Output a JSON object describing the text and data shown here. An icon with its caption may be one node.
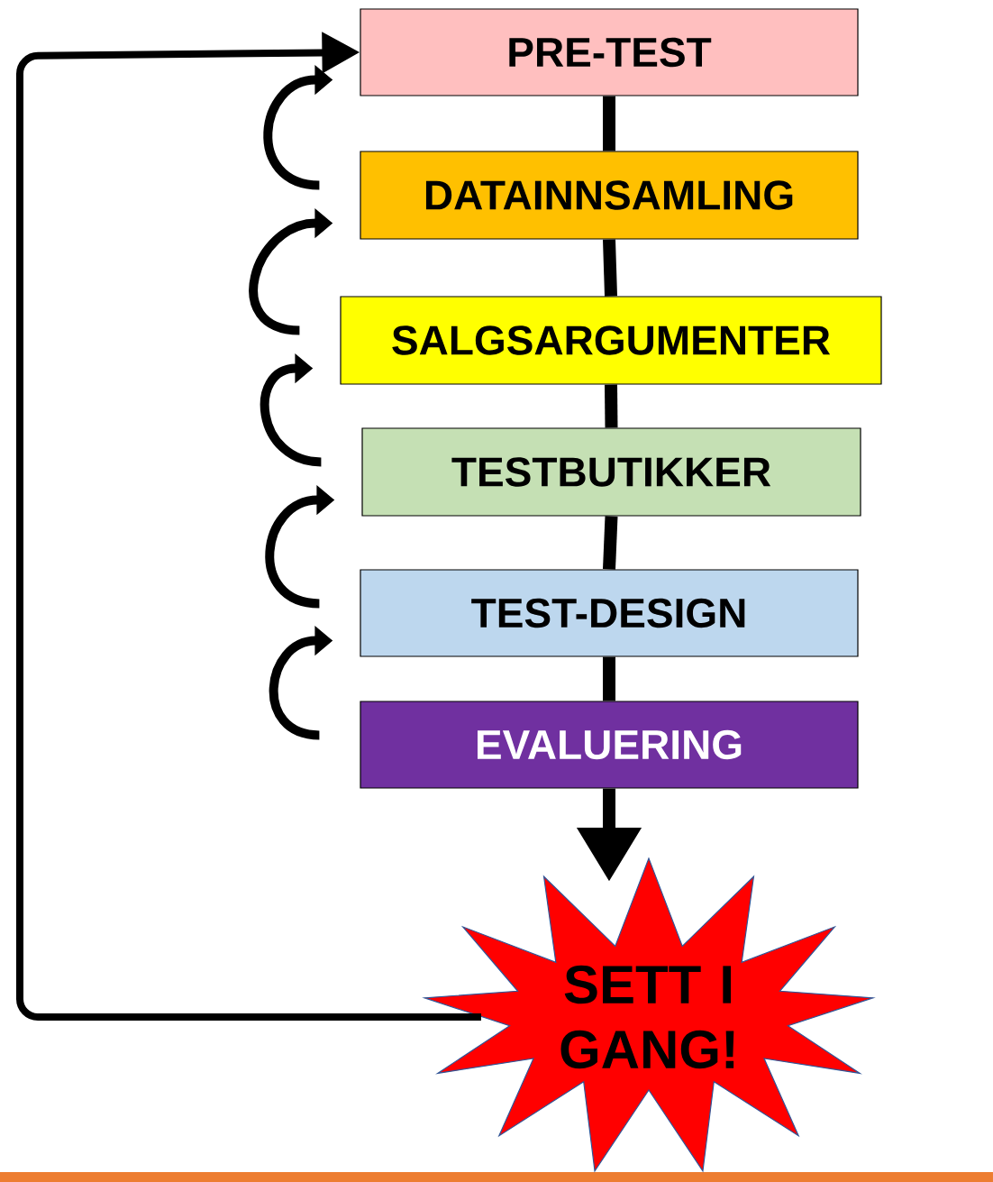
{
  "diagram": {
    "nodes": [
      {
        "text": [
          "PRE-TEST"
        ]
      },
      {
        "text": [
          "DATAINNSAMLING"
        ]
      },
      {
        "text": [
          "SALGSARGUMENTER"
        ]
      },
      {
        "text": [
          "TESTBUTIKKER"
        ]
      },
      {
        "text": [
          "TEST-DESIGN"
        ]
      },
      {
        "text": [
          "EVALUERING"
        ]
      },
      {
        "text": [
          "SETT I GANG!"
        ]
      }
    ],
    "edges": [
      {
        "from": 0,
        "to": 1,
        "arrow": "none"
      },
      {
        "from": 1,
        "to": 2,
        "arrow": "none"
      },
      {
        "from": 2,
        "to": 3,
        "arrow": "none"
      },
      {
        "from": 3,
        "to": 4,
        "arrow": "none"
      },
      {
        "from": 4,
        "to": 5,
        "arrow": "none"
      },
      {
        "from": 5,
        "to": 6,
        "arrow": "to"
      },
      {
        "from": 1,
        "to": 0,
        "arrow": "to"
      },
      {
        "from": 2,
        "to": 1,
        "arrow": "to"
      },
      {
        "from": 3,
        "to": 2,
        "arrow": "to"
      },
      {
        "from": 4,
        "to": 3,
        "arrow": "to"
      },
      {
        "from": 5,
        "to": 4,
        "arrow": "to"
      },
      {
        "from": 6,
        "to": 0,
        "arrow": "to"
      }
    ]
  }
}
